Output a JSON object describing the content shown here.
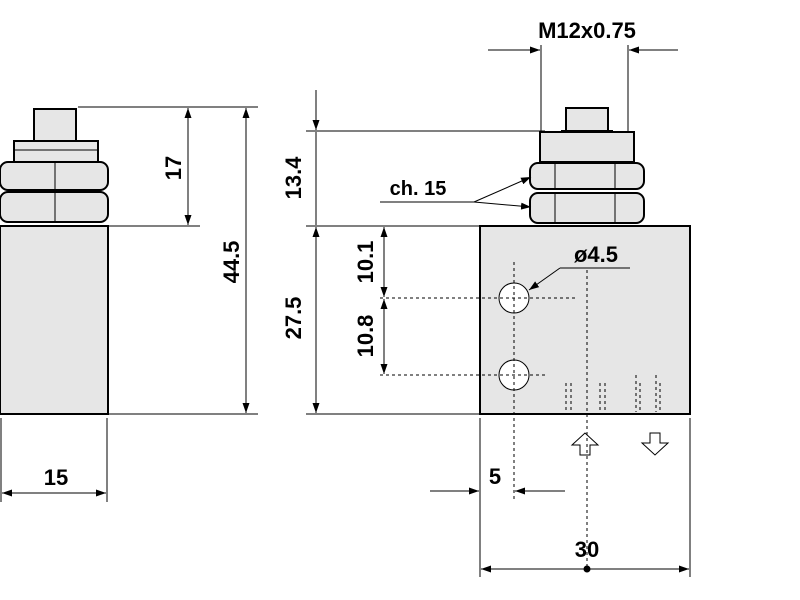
{
  "labels": {
    "thread": "M12x0.75",
    "hex": "ch. 15",
    "hole": "ø4.5",
    "d17": "17",
    "d44_5": "44.5",
    "d13_4": "13.4",
    "d27_5": "27.5",
    "d10_1": "10.1",
    "d10_8": "10.8",
    "d15": "15",
    "d5": "5",
    "d30": "30"
  }
}
